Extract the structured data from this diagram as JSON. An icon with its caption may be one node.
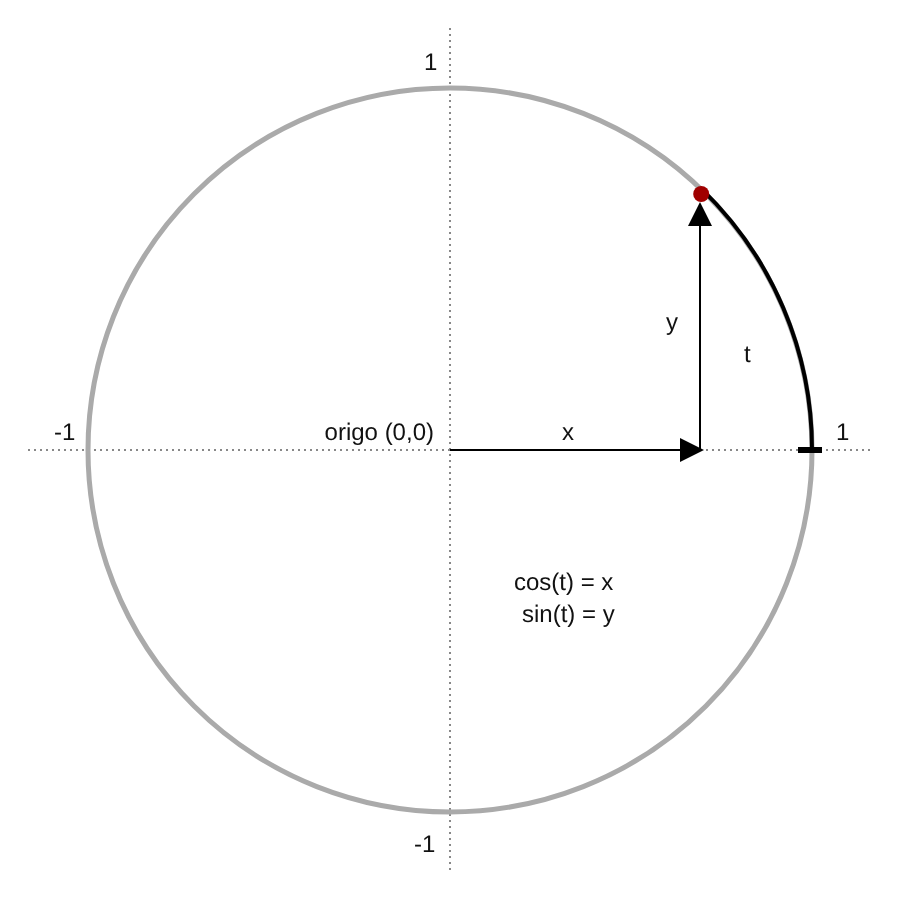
{
  "diagram": {
    "labels": [
      "1",
      "-1",
      "origo (0,0)",
      "x",
      "1",
      "y",
      "t",
      "cos(t) = x",
      "sin(t) = y",
      "-1"
    ]
  }
}
